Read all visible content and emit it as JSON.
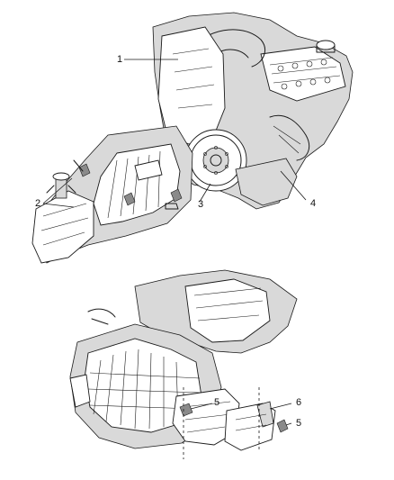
{
  "diagram": {
    "callouts": [
      {
        "id": "c1",
        "text": "1"
      },
      {
        "id": "c2",
        "text": "2"
      },
      {
        "id": "c3",
        "text": "3"
      },
      {
        "id": "c4",
        "text": "4"
      },
      {
        "id": "c5a",
        "text": "5"
      },
      {
        "id": "c6",
        "text": "6"
      },
      {
        "id": "c5b",
        "text": "5"
      }
    ]
  }
}
